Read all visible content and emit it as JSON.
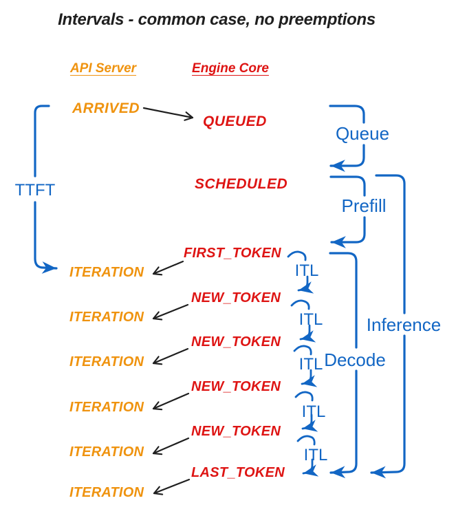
{
  "title": "Intervals - common case, no preemptions",
  "columns": {
    "api_server": "API Server",
    "engine_core": "Engine Core"
  },
  "events": {
    "arrived": "ARRIVED",
    "queued": "QUEUED",
    "scheduled": "SCHEDULED",
    "tokens": [
      "FIRST_TOKEN",
      "NEW_TOKEN",
      "NEW_TOKEN",
      "NEW_TOKEN",
      "NEW_TOKEN",
      "LAST_TOKEN"
    ],
    "iteration": "ITERATION",
    "iteration_count": 6
  },
  "intervals": {
    "ttft": "TTFT",
    "queue": "Queue",
    "prefill": "Prefill",
    "itl": "ITL",
    "itl_count": 5,
    "decode": "Decode",
    "inference": "Inference"
  },
  "colors": {
    "api_server_events": "#EF930F",
    "engine_core_events": "#DE1413",
    "interval_annotations": "#1266C4",
    "transition_arrows": "#1F1F1F",
    "background": "#FFFFFF"
  }
}
